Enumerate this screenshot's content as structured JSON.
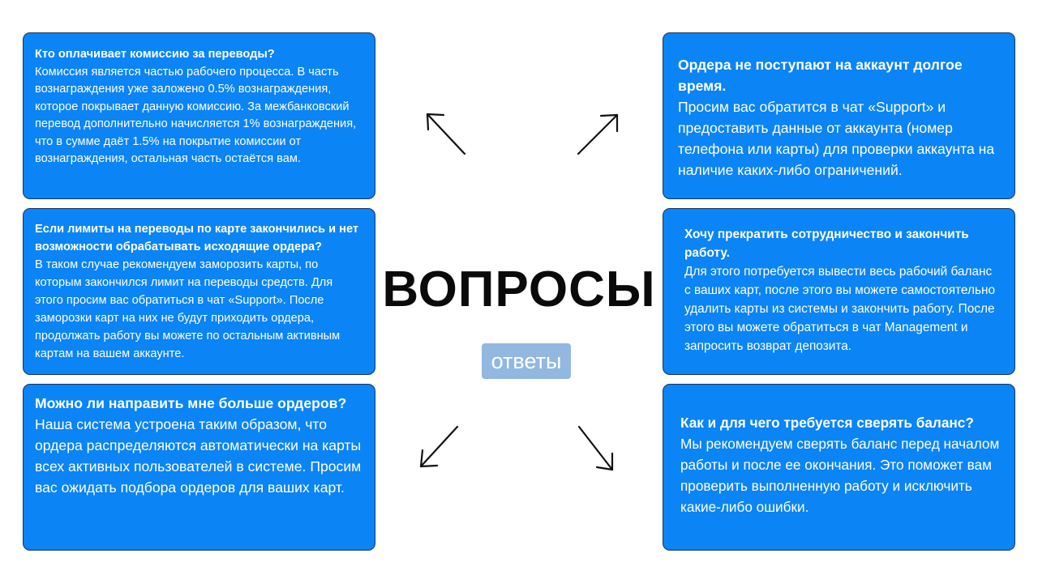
{
  "center": {
    "title": "ВОПРОСЫ",
    "answers_label": "ответы"
  },
  "cards": [
    {
      "question": "Кто оплачивает комиссию за переводы?",
      "answer": "Комиссия является частью рабочего процесса. В часть вознаграждения уже заложено 0.5% вознаграждения, которое покрывает данную комиссию. За межбанковский перевод дополнительно начисляется 1% вознаграждения, что в сумме даёт 1.5% на покрытие комиссии от вознаграждения, остальная часть остаётся вам."
    },
    {
      "question": "Ордера не поступают на аккаунт долгое время.",
      "answer": "Просим вас обратится в чат «Support» и предоставить данные от аккаунта (номер телефона или карты) для проверки аккаунта на наличие каких-либо ограничений."
    },
    {
      "question": "Если лимиты на переводы по карте закончились и нет возможности обрабатывать исходящие ордера?",
      "answer": "В таком случае рекомендуем заморозить карты, по которым закончился лимит на переводы средств. Для этого просим вас обратиться в чат «Support». После заморозки карт на них не будут приходить ордера, продолжать работу вы можете по остальным активным картам на вашем аккаунте."
    },
    {
      "question": "Хочу прекратить сотрудничество и закончить работу.",
      "answer": "Для этого потребуется вывести весь рабочий баланс с ваших карт, после этого вы можете самостоятельно удалить карты из системы и закончить работу. После этого вы можете обратиться в чат Management  и запросить возврат депозита."
    },
    {
      "question": "Можно ли направить мне больше ордеров?",
      "answer": "Наша система устроена таким образом, что ордера распределяются автоматически на карты всех активных пользователей в системе. Просим вас ожидать подбора ордеров для ваших карт."
    },
    {
      "question": "Как и для чего требуется сверять баланс?",
      "answer": "Мы рекомендуем сверять баланс перед началом работы и после ее окончания. Это поможет вам проверить выполненную работу и исключить какие-либо ошибки."
    }
  ],
  "icons": [
    "arrow-up-left-icon",
    "arrow-up-right-icon",
    "arrow-down-left-icon",
    "arrow-down-right-icon"
  ],
  "colors": {
    "card_background": "#0b84f6",
    "card_border": "#16365f",
    "answers_badge": "#92b8e0",
    "title": "#0a0a0a"
  }
}
